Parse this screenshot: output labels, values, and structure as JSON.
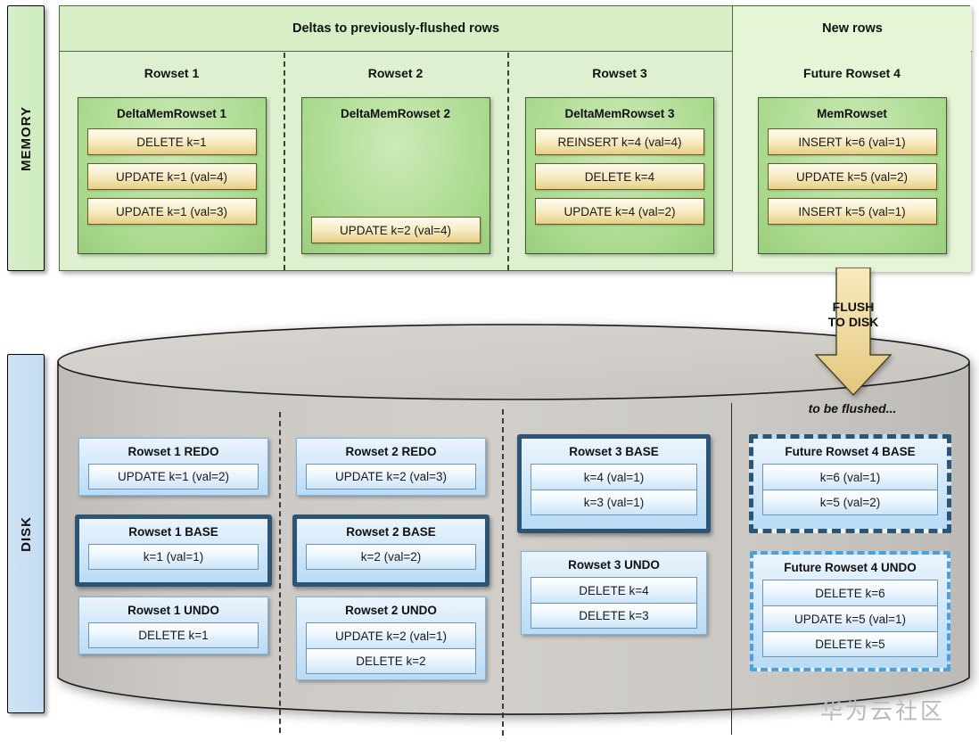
{
  "rails": {
    "memory": "MEMORY",
    "disk": "DISK"
  },
  "memory": {
    "headers": {
      "deltas": "Deltas to previously-flushed rows",
      "new_rows": "New rows"
    },
    "columns": [
      {
        "title": "Rowset 1",
        "container": "DeltaMemRowset 1",
        "layout": "stacked",
        "ops": [
          "DELETE k=1",
          "UPDATE k=1 (val=4)",
          "UPDATE k=1 (val=3)"
        ]
      },
      {
        "title": "Rowset 2",
        "container": "DeltaMemRowset 2",
        "layout": "bottom",
        "ops": [
          "UPDATE k=2 (val=4)"
        ]
      },
      {
        "title": "Rowset 3",
        "container": "DeltaMemRowset 3",
        "layout": "stacked",
        "ops": [
          "REINSERT k=4 (val=4)",
          "DELETE k=4",
          "UPDATE k=4 (val=2)"
        ]
      },
      {
        "title": "Future Rowset 4",
        "container": "MemRowset",
        "layout": "stacked",
        "ops": [
          "INSERT k=6 (val=1)",
          "UPDATE k=5 (val=2)",
          "INSERT k=5 (val=1)"
        ]
      }
    ]
  },
  "flush_arrow": {
    "line1": "FLUSH",
    "line2": "TO DISK"
  },
  "disk": {
    "note": "to be flushed...",
    "columns": [
      {
        "boxes": [
          {
            "title": "Rowset 1 REDO",
            "style": "plain",
            "rows": [
              "UPDATE k=1 (val=2)"
            ]
          },
          {
            "title": "Rowset 1 BASE",
            "style": "base",
            "rows": [
              "k=1 (val=1)"
            ]
          },
          {
            "title": "Rowset 1 UNDO",
            "style": "plain",
            "rows": [
              "DELETE k=1"
            ]
          }
        ]
      },
      {
        "boxes": [
          {
            "title": "Rowset 2 REDO",
            "style": "plain",
            "rows": [
              "UPDATE k=2 (val=3)"
            ]
          },
          {
            "title": "Rowset 2 BASE",
            "style": "base",
            "rows": [
              "k=2 (val=2)"
            ]
          },
          {
            "title": "Rowset 2 UNDO",
            "style": "plain",
            "rows": [
              "UPDATE k=2 (val=1)",
              "DELETE k=2"
            ]
          }
        ]
      },
      {
        "boxes": [
          {
            "title": "Rowset 3 BASE",
            "style": "base",
            "rows": [
              "k=4 (val=1)",
              "k=3 (val=1)"
            ]
          },
          {
            "title": "Rowset 3 UNDO",
            "style": "plain",
            "rows": [
              "DELETE k=4",
              "DELETE k=3"
            ]
          }
        ]
      },
      {
        "boxes": [
          {
            "title": "Future Rowset 4 BASE",
            "style": "fut-base",
            "rows": [
              "k=6 (val=1)",
              "k=5 (val=2)"
            ]
          },
          {
            "title": "Future Rowset 4 UNDO",
            "style": "fut-undo",
            "rows": [
              "DELETE k=6",
              "UPDATE k=5 (val=1)",
              "DELETE k=5"
            ]
          }
        ]
      }
    ]
  },
  "watermark": "华为云社区",
  "colors": {
    "memory_panel": "#dff0d0",
    "memory_container": "#a8d98c",
    "delta_op": "#f2dfa0",
    "disk_cylinder": "#c9c6c1",
    "disk_box": "#cfe6f8",
    "base_border": "#2c5475",
    "future_undo_border": "#4f9fdb",
    "flush_arrow": "#edd696"
  }
}
